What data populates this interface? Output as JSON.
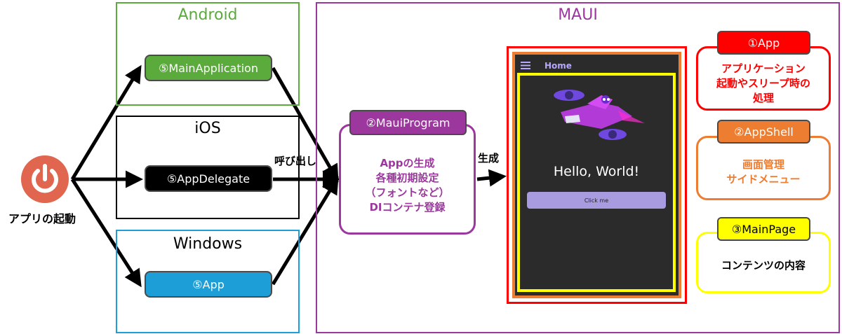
{
  "platforms": {
    "android": {
      "title": "Android",
      "class": "⑤MainApplication"
    },
    "ios": {
      "title": "iOS",
      "class": "⑤AppDelegate"
    },
    "windows": {
      "title": "Windows",
      "class": "⑤App"
    }
  },
  "maui": {
    "title": "MAUI",
    "program": {
      "tab": "②MauiProgram",
      "body": "Appの生成\n各種初期設定\n（フォントなど）\nDIコンテナ登録"
    }
  },
  "startup": {
    "label": "アプリの起動",
    "icon": "power-icon"
  },
  "edges": {
    "invoke": "呼び出し",
    "create": "生成"
  },
  "phone": {
    "menu_icon": "hamburger-menu-icon",
    "title": "Home",
    "image": "flying-robot-illustration",
    "greeting": "Hello, World!",
    "button": "Click me"
  },
  "legend": {
    "app": {
      "tab": "①App",
      "body": "アプリケーション\n起動やスリープ時の\n処理"
    },
    "shell": {
      "tab": "②AppShell",
      "body": "画面管理\nサイドメニュー"
    },
    "page": {
      "tab": "③MainPage",
      "body": "コンテンツの内容"
    }
  },
  "colors": {
    "android": "#5aab3b",
    "ios": "#000000",
    "windows": "#1e9ed6",
    "maui": "#9c379e",
    "app_red": "#ff0000",
    "shell_orange": "#ed7d31",
    "page_yellow": "#ffff00",
    "power": "#e06650",
    "phone_bg": "#2b2b2b",
    "phone_button": "#a99be0",
    "phone_title": "#b7a7ff"
  }
}
